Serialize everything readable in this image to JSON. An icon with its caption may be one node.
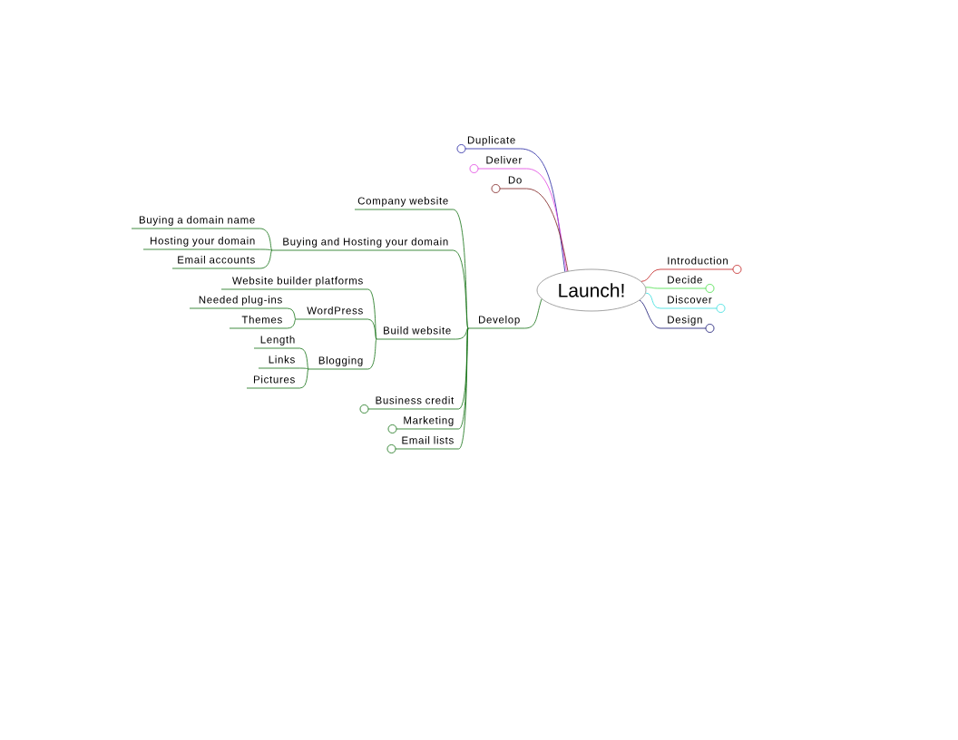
{
  "diagram": {
    "nodes": [
      {
        "text": [
          "Launch!"
        ]
      },
      {
        "text": [
          "Duplicate"
        ]
      },
      {
        "text": [
          "Deliver"
        ]
      },
      {
        "text": [
          "Do"
        ]
      },
      {
        "text": [
          "Introduction"
        ]
      },
      {
        "text": [
          "Decide"
        ]
      },
      {
        "text": [
          "Discover"
        ]
      },
      {
        "text": [
          "Design"
        ]
      },
      {
        "text": [
          "Develop"
        ]
      },
      {
        "text": [
          "Company website"
        ]
      },
      {
        "text": [
          "Buying and Hosting your domain"
        ]
      },
      {
        "text": [
          "Buying a domain name"
        ]
      },
      {
        "text": [
          "Hosting your domain"
        ]
      },
      {
        "text": [
          "Email accounts"
        ]
      },
      {
        "text": [
          "Build website"
        ]
      },
      {
        "text": [
          "Website builder platforms"
        ]
      },
      {
        "text": [
          "WordPress"
        ]
      },
      {
        "text": [
          "Needed plug-ins"
        ]
      },
      {
        "text": [
          "Themes"
        ]
      },
      {
        "text": [
          "Blogging"
        ]
      },
      {
        "text": [
          "Length"
        ]
      },
      {
        "text": [
          "Links"
        ]
      },
      {
        "text": [
          "Pictures"
        ]
      },
      {
        "text": [
          "Business credit"
        ]
      },
      {
        "text": [
          "Marketing"
        ]
      },
      {
        "text": [
          "Email lists"
        ]
      }
    ],
    "edges": [
      {
        "from": 0,
        "to": 1,
        "arrow": "none",
        "color": "#1f1f9f"
      },
      {
        "from": 0,
        "to": 2,
        "arrow": "none",
        "color": "#e040e0"
      },
      {
        "from": 0,
        "to": 3,
        "arrow": "none",
        "color": "#7a1a1a"
      },
      {
        "from": 0,
        "to": 4,
        "arrow": "none",
        "color": "#c01c1c"
      },
      {
        "from": 0,
        "to": 5,
        "arrow": "none",
        "color": "#44dd44"
      },
      {
        "from": 0,
        "to": 6,
        "arrow": "none",
        "color": "#33dddd"
      },
      {
        "from": 0,
        "to": 7,
        "arrow": "none",
        "color": "#101070"
      },
      {
        "from": 0,
        "to": 8,
        "arrow": "none"
      },
      {
        "from": 8,
        "to": 9,
        "arrow": "none"
      },
      {
        "from": 8,
        "to": 10,
        "arrow": "none"
      },
      {
        "from": 10,
        "to": 11,
        "arrow": "none"
      },
      {
        "from": 10,
        "to": 12,
        "arrow": "none"
      },
      {
        "from": 10,
        "to": 13,
        "arrow": "none"
      },
      {
        "from": 8,
        "to": 14,
        "arrow": "none"
      },
      {
        "from": 14,
        "to": 15,
        "arrow": "none"
      },
      {
        "from": 14,
        "to": 16,
        "arrow": "none"
      },
      {
        "from": 16,
        "to": 17,
        "arrow": "none"
      },
      {
        "from": 16,
        "to": 18,
        "arrow": "none"
      },
      {
        "from": 14,
        "to": 19,
        "arrow": "none"
      },
      {
        "from": 19,
        "to": 20,
        "arrow": "none"
      },
      {
        "from": 19,
        "to": 21,
        "arrow": "none"
      },
      {
        "from": 19,
        "to": 22,
        "arrow": "none"
      },
      {
        "from": 8,
        "to": 23,
        "arrow": "none"
      },
      {
        "from": 8,
        "to": 24,
        "arrow": "none"
      },
      {
        "from": 8,
        "to": 25,
        "arrow": "none"
      }
    ]
  }
}
